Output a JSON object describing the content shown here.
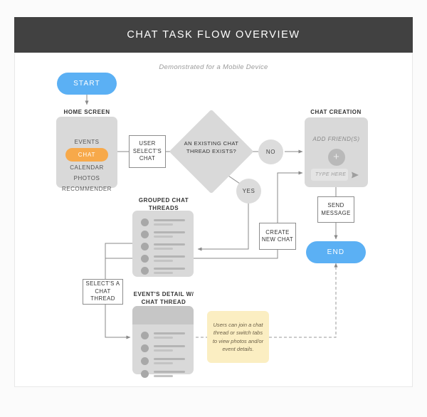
{
  "header": {
    "title": "CHAT TASK FLOW OVERVIEW",
    "bg": "#414141"
  },
  "subtitle": "Demonstrated for a Mobile Device",
  "colors": {
    "accent_blue": "#5bb0f4",
    "accent_orange": "#f7a94a",
    "panel_gray": "#d9d9d9",
    "note_yellow": "#fbeec2"
  },
  "nodes": {
    "start": {
      "label": "START"
    },
    "end": {
      "label": "END"
    },
    "home_screen": {
      "caption": "HOME SCREEN",
      "items": [
        "EVENTS",
        "CHAT",
        "CALENDAR",
        "PHOTOS",
        "RECOMMENDER"
      ],
      "highlighted": "CHAT"
    },
    "user_selects_chat": {
      "label": "USER SELECT'S CHAT"
    },
    "decision": {
      "label": "AN EXISTING CHAT THREAD EXISTS?"
    },
    "no_branch": {
      "label": "NO"
    },
    "yes_branch": {
      "label": "YES"
    },
    "chat_creation": {
      "caption": "CHAT CREATION",
      "add_friends_label": "ADD FRIEND(S)",
      "plus_icon": "plus-icon",
      "input_placeholder": "TYPE HERE",
      "send_icon": "send-paper-plane-icon"
    },
    "send_message": {
      "label": "SEND MESSAGE"
    },
    "create_new_chat": {
      "label": "CREATE NEW CHAT"
    },
    "grouped_chat_threads": {
      "caption": "GROUPED CHAT THREADS",
      "rows": 5
    },
    "selects_a_chat_thread": {
      "label": "SELECT'S A CHAT THREAD"
    },
    "event_detail": {
      "caption": "EVENT'S DETAIL W/ CHAT THREAD",
      "rows": 4
    },
    "note": {
      "text": "Users can join a chat thread or switch tabs to view photos and/or event details."
    }
  }
}
